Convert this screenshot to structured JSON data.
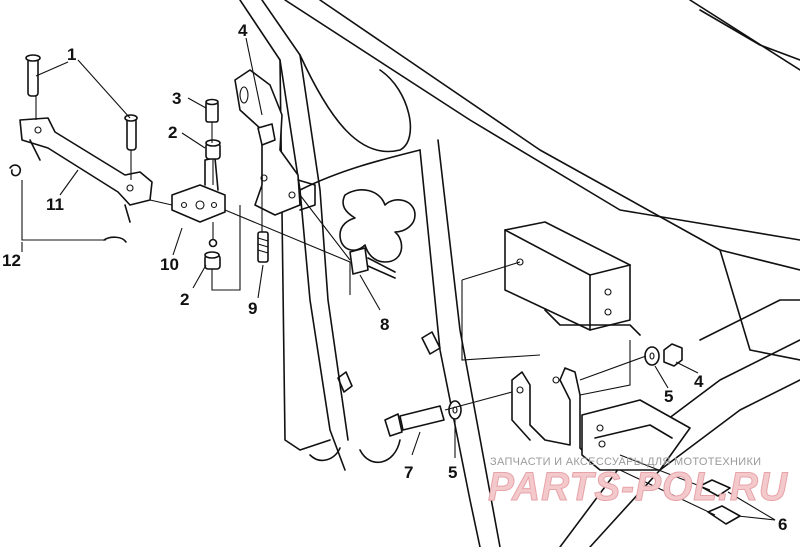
{
  "callouts": {
    "c1": "1",
    "c2a": "2",
    "c2b": "2",
    "c3": "3",
    "c4a": "4",
    "c4b": "4",
    "c5a": "5",
    "c5b": "5",
    "c6": "6",
    "c7": "7",
    "c8": "8",
    "c9": "9",
    "c10": "10",
    "c11": "11",
    "c12": "12"
  },
  "watermark": {
    "subtitle": "ЗАПЧАСТИ И АКСЕССУАРЫ ДЛЯ МОТОТЕХНИКИ",
    "brand": "PARTS-POL.RU"
  }
}
